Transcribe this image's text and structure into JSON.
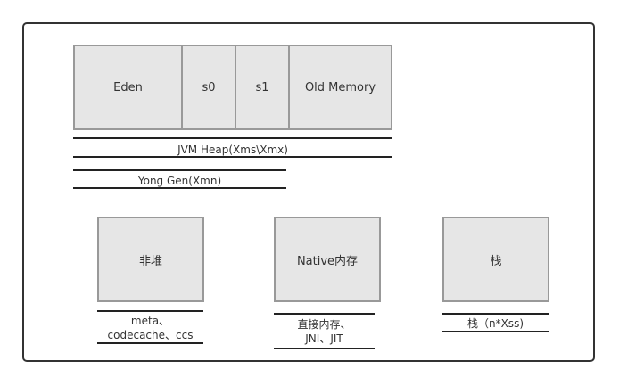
{
  "heap": {
    "eden": "Eden",
    "s0": "s0",
    "s1": "s1",
    "old": "Old Memory"
  },
  "jvm_heap_label": "JVM Heap(Xms\\Xmx)",
  "young_gen_label": "Yong Gen(Xmn)",
  "non_heap": {
    "title": "非堆",
    "caption_line1": "meta、",
    "caption_line2": "codecache、ccs"
  },
  "native": {
    "title": "Native内存",
    "caption_line1": "直接内存、",
    "caption_line2": "JNI、JIT"
  },
  "stack": {
    "title": "栈",
    "caption": "栈（n*Xss)"
  },
  "colors": {
    "box_fill": "#e6e6e6",
    "box_border": "#999999",
    "frame_border": "#333333"
  }
}
